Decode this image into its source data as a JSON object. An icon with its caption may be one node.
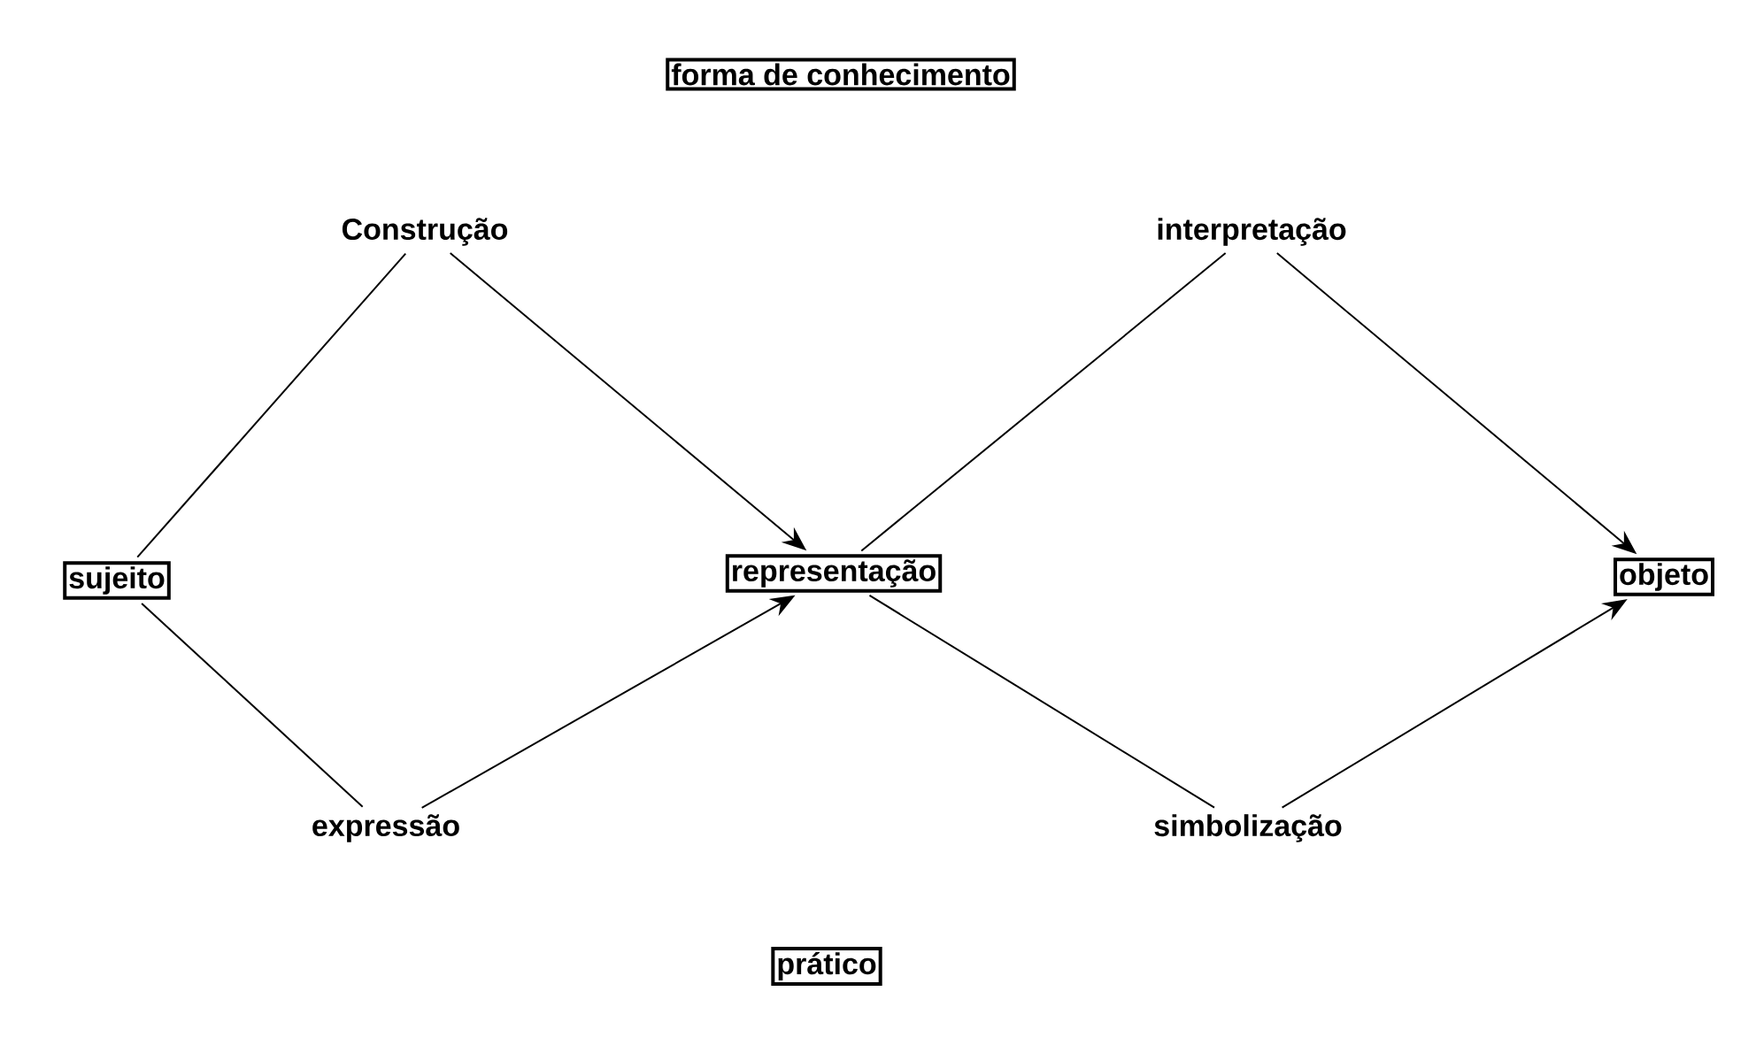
{
  "diagram": {
    "nodes": [
      {
        "text": [
          "forma de conhecimento"
        ]
      },
      {
        "text": [
          "Construção"
        ]
      },
      {
        "text": [
          "interpretação"
        ]
      },
      {
        "text": [
          "sujeito"
        ]
      },
      {
        "text": [
          "representação"
        ]
      },
      {
        "text": [
          "objeto"
        ]
      },
      {
        "text": [
          "expressão"
        ]
      },
      {
        "text": [
          "simbolização"
        ]
      },
      {
        "text": [
          "prático"
        ]
      }
    ],
    "edges": [
      {
        "from": 3,
        "to": 1,
        "arrow": "none"
      },
      {
        "from": 1,
        "to": 4,
        "arrow": "to"
      },
      {
        "from": 3,
        "to": 6,
        "arrow": "none"
      },
      {
        "from": 6,
        "to": 4,
        "arrow": "to"
      },
      {
        "from": 4,
        "to": 2,
        "arrow": "none"
      },
      {
        "from": 2,
        "to": 5,
        "arrow": "to"
      },
      {
        "from": 4,
        "to": 7,
        "arrow": "none"
      },
      {
        "from": 7,
        "to": 5,
        "arrow": "to"
      }
    ]
  }
}
